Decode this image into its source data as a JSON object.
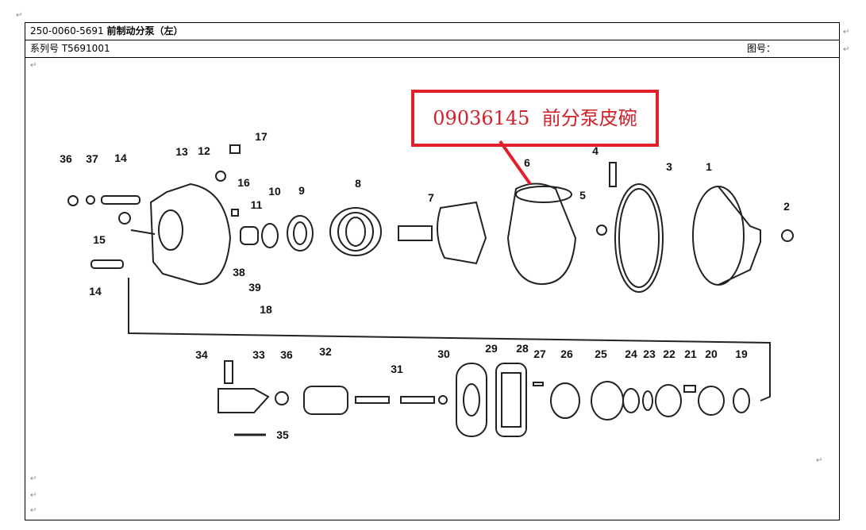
{
  "header": {
    "part_number": "250-0060-5691",
    "part_name": "前制动分泵（左）",
    "series_label": "系列号 T5691001",
    "figure_label": "图号："
  },
  "callout": {
    "code": "09036145",
    "name": "前分泵皮碗",
    "color": "#e0202a"
  },
  "paragraph_mark": "↵",
  "diagram": {
    "labels": [
      "36",
      "37",
      "14",
      "13",
      "12",
      "17",
      "16",
      "11",
      "10",
      "9",
      "8",
      "7",
      "6",
      "4",
      "3",
      "1",
      "5",
      "2",
      "15",
      "14",
      "38",
      "39",
      "18",
      "34",
      "33",
      "36",
      "32",
      "31",
      "30",
      "29",
      "28",
      "27",
      "26",
      "25",
      "24",
      "23",
      "22",
      "21",
      "20",
      "19",
      "35"
    ]
  }
}
